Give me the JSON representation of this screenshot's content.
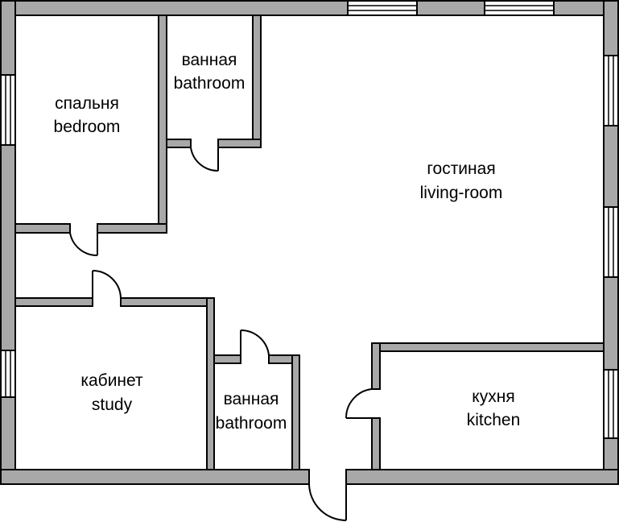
{
  "rooms": {
    "bedroom": {
      "name_ru": "спальня",
      "name_en": "bedroom"
    },
    "bathroom_top": {
      "name_ru": "ванная",
      "name_en": "bathroom"
    },
    "living_room": {
      "name_ru": "гостиная",
      "name_en": "living-room"
    },
    "study": {
      "name_ru": "кабинет",
      "name_en": "study"
    },
    "bathroom_bottom": {
      "name_ru": "ванная",
      "name_en": "bathroom"
    },
    "kitchen": {
      "name_ru": "кухня",
      "name_en": "kitchen"
    }
  },
  "colors": {
    "wall": "#a8a8a8",
    "outline": "#000000",
    "background": "#ffffff"
  }
}
